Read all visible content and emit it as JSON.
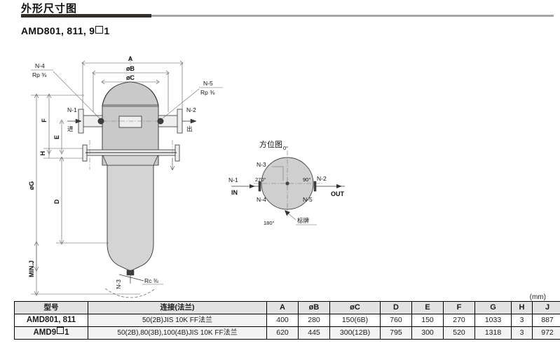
{
  "header": {
    "section_title": "外形尺寸图",
    "model_title_prefix": "AMD801, 811, 9",
    "model_title_suffix": "1"
  },
  "drawing": {
    "dim_A": "A",
    "dim_oB": "øB",
    "dim_oC": "øC",
    "dim_F": "F",
    "dim_E": "E",
    "dim_H": "H",
    "dim_oG": "øG",
    "dim_D": "D",
    "dim_MINJ": "MIN.J",
    "port_n1": "N-1",
    "port_n1_label": "进",
    "port_n2": "N-2",
    "port_n2_label": "出",
    "port_n3": "N-3",
    "port_n3_thread": "Rc ⅜",
    "port_n4": "N-4",
    "port_n4_thread": "Rp ⅜",
    "port_n5": "N-5",
    "port_n5_thread": "Rp ⅜"
  },
  "orientation": {
    "title": "方位图",
    "deg_0": "0°",
    "deg_90": "90°",
    "deg_180": "180°",
    "deg_270": "270°",
    "n1": "N-1",
    "n1_flow": "IN",
    "n2": "N-2",
    "n2_flow": "OUT",
    "n3": "N-3",
    "n4": "N-4",
    "n5": "N-5",
    "nameplate": "标牌"
  },
  "table": {
    "unit": "(mm)",
    "headers": [
      "型号",
      "连接(法兰)",
      "A",
      "øB",
      "øC",
      "D",
      "E",
      "F",
      "G",
      "H",
      "J"
    ],
    "rows": [
      {
        "model": "AMD801, 811",
        "connection": "50(2B)JIS 10K FF法兰",
        "A": "400",
        "oB": "280",
        "oC": "150(6B)",
        "D": "760",
        "E": "150",
        "F": "270",
        "G": "1033",
        "H": "3",
        "J": "887"
      },
      {
        "model_prefix": "AMD9",
        "model_suffix": "1",
        "connection": "50(2B),80(3B),100(4B)JIS 10K FF法兰",
        "A": "620",
        "oB": "445",
        "oC": "300(12B)",
        "D": "795",
        "E": "300",
        "F": "520",
        "G": "1318",
        "H": "3",
        "J": "972"
      }
    ]
  },
  "colors": {
    "rule_dark": "#332f2c",
    "rule_light": "#a6a6a6",
    "header_bg": "#e2e2e2",
    "row_alt_bg": "#f3f3f3",
    "vessel_fill": "#d4d4d4"
  }
}
